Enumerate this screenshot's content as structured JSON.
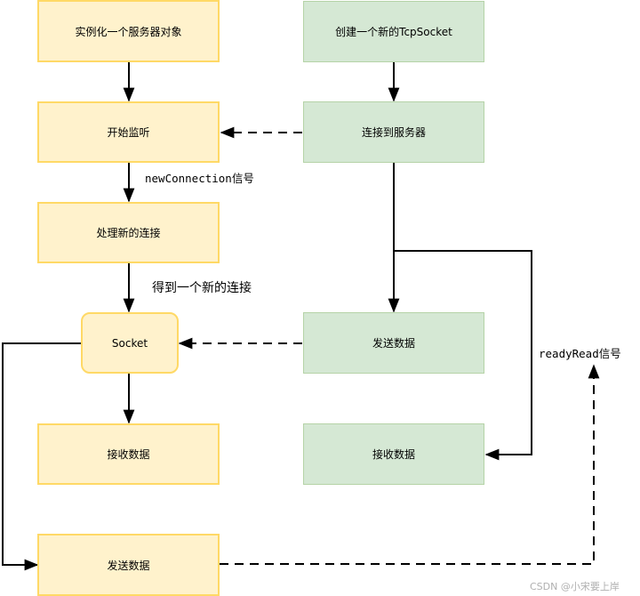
{
  "nodes": {
    "server_instantiate": "实例化一个服务器对象",
    "start_listen": "开始监听",
    "handle_new_conn": "处理新的连接",
    "socket": "Socket",
    "server_receive": "接收数据",
    "server_send": "发送数据",
    "create_tcpsocket": "创建一个新的TcpSocket",
    "connect_server": "连接到服务器",
    "client_send": "发送数据",
    "client_receive": "接收数据"
  },
  "labels": {
    "new_connection_signal": "newConnection信号",
    "got_new_connection": "得到一个新的连接",
    "ready_read_signal": "readyRead信号"
  },
  "watermark": "CSDN @小宋要上岸",
  "colors": {
    "server_fill": "#fff2cc",
    "server_border": "#ffd966",
    "client_fill": "#d5e8d4",
    "client_border": "#b5d3a7",
    "edge": "#000000"
  }
}
